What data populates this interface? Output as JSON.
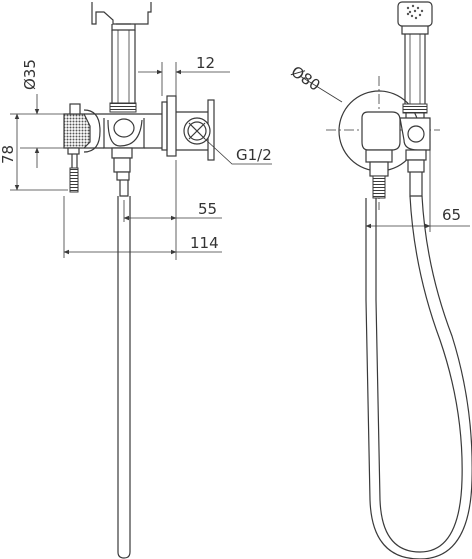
{
  "dimensions": {
    "d35": "Ø35",
    "h78": "78",
    "w12": "12",
    "thread": "G1/2",
    "w55": "55",
    "w114": "114",
    "d80": "Ø80",
    "w65": "65"
  },
  "colors": {
    "line": "#3a3a3a",
    "text": "#333333",
    "background": "#ffffff"
  }
}
